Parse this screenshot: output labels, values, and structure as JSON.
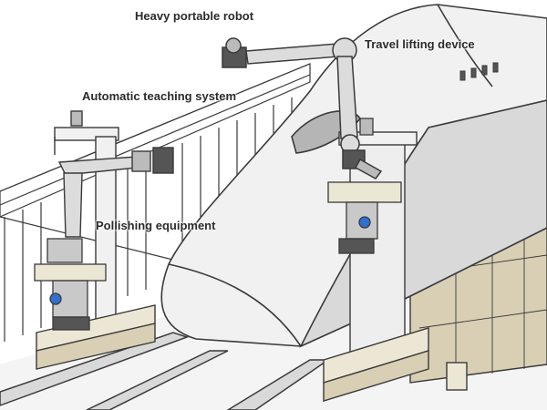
{
  "labels": {
    "heavy_robot": "Heavy portable robot",
    "travel_lift": "Travel lifting device",
    "teaching": "Automatic teaching system",
    "polishing": "Pollishing equipment"
  },
  "colors": {
    "outline": "#3a3a3a",
    "train_body": "#f1f1f1",
    "train_shade": "#d9d9d9",
    "tan": "#d8cfb4",
    "base_cream": "#ece7d4",
    "robot_gray": "#c9c9c9",
    "dark_block": "#555555",
    "accent_blue": "#2f6fd0"
  }
}
